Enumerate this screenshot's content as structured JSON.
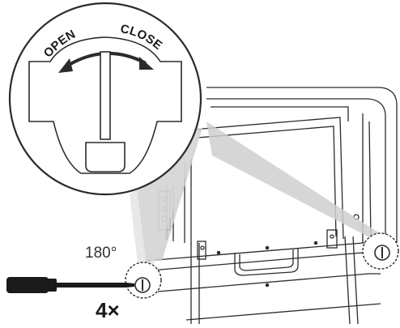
{
  "labels": {
    "open": "OPEN",
    "close": "CLOSE",
    "rotation": "180°",
    "quantity": "4×"
  },
  "icons": {
    "detail": "quarter-turn-latch",
    "tool": "flat-screwdriver-icon"
  },
  "colors": {
    "line": "#2b2b2b",
    "callout": "#c8c8c8",
    "arrow": "#2b2b2b"
  }
}
